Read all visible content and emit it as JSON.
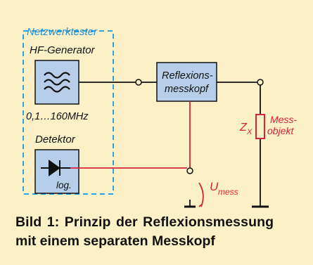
{
  "diagram": {
    "group_label": "Netzwerktester",
    "generator": {
      "label": "HF-Generator",
      "range": "0,1…160MHz",
      "symbol": "≈"
    },
    "detector": {
      "label": "Detektor",
      "sub": "log."
    },
    "reflection_head": {
      "line1": "Reflexions-",
      "line2": "messkopf"
    },
    "dut": {
      "line1": "Mess-",
      "line2": "objekt",
      "impedance": "Z",
      "impedance_sub": "X"
    },
    "voltage": {
      "symbol": "U",
      "sub": "mess"
    }
  },
  "caption": {
    "line1": "Bild 1: Prinzip der Reflexionsmessung",
    "line2": "mit einem separaten Messkopf"
  },
  "colors": {
    "background": "#fbf0c6",
    "block_fill": "#b6cee9",
    "dashed_frame": "#2aa3e0",
    "group_label": "#1f8fd6",
    "measure_path": "#d8233a",
    "wire": "#111111"
  }
}
